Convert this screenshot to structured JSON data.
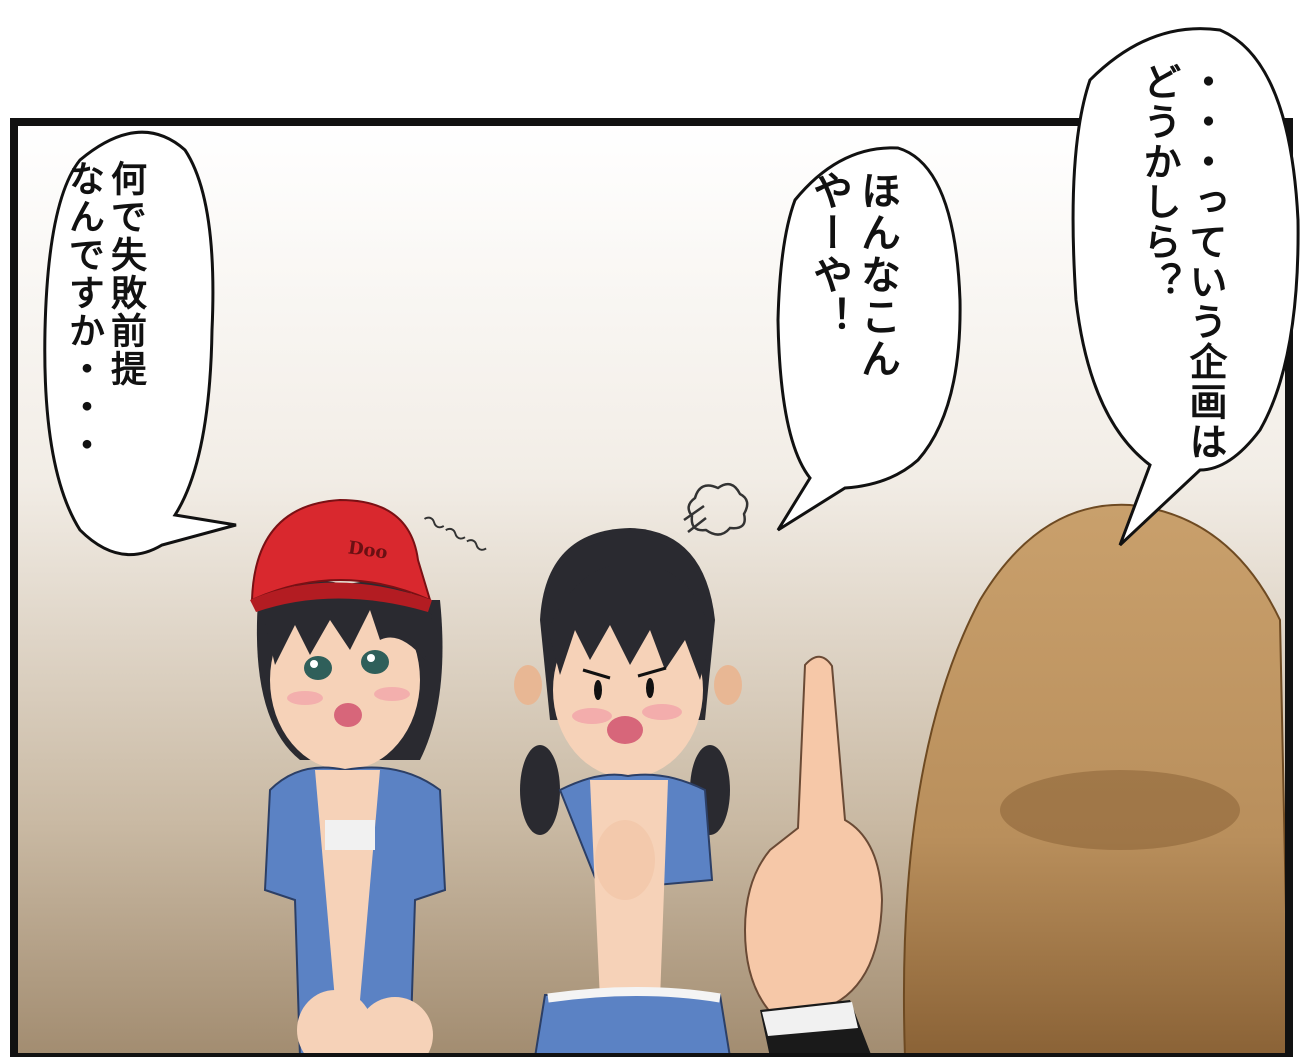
{
  "panel": {
    "speech_left": "何で失敗前提\nなんですか・・・",
    "speech_middle": "ほんなこん\nやーや！",
    "speech_right": "・・・っていう企画は\nどうかしら？",
    "sfx_wavy": "〜〜〜",
    "cap_logo_text": "Doo"
  },
  "colors": {
    "panel_border": "#111111",
    "bg_top": "#ffffff",
    "bg_bottom": "#a28c70",
    "cap_red": "#d9282e",
    "happi_blue": "#5b82c4",
    "hair_black": "#2a2a30",
    "hair_brown": "#b98f5c",
    "skin": "#f6d2b8",
    "blush": "#f2a0a8"
  },
  "icons": {
    "breath_puff": "huff-puff-icon"
  }
}
